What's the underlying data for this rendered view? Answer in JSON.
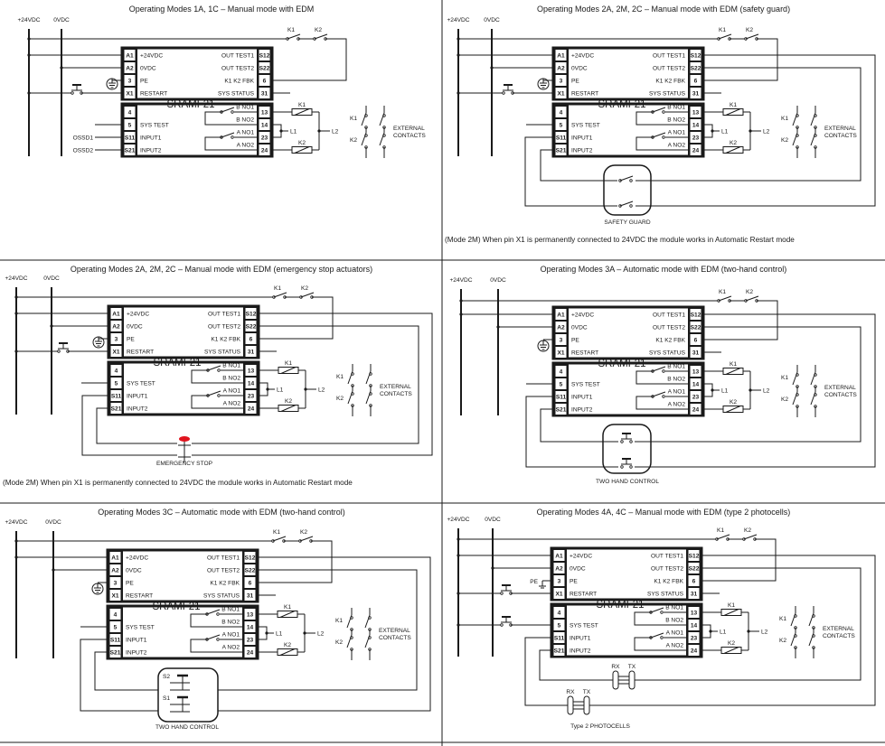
{
  "colors": {
    "line": "#1a1a1a",
    "estop": "#e0141e",
    "background": "#ffffff"
  },
  "rails": {
    "positive": "+24VDC",
    "negative": "0VDC"
  },
  "module": {
    "name": "SRAMF21",
    "upper_left": [
      {
        "pin": "A1",
        "label": "+24VDC"
      },
      {
        "pin": "A2",
        "label": "0VDC"
      },
      {
        "pin": "3",
        "label": "PE"
      },
      {
        "pin": "X1",
        "label": "RESTART"
      }
    ],
    "upper_right": [
      {
        "pin": "S12",
        "label": "OUT TEST1"
      },
      {
        "pin": "S22",
        "label": "OUT TEST2"
      },
      {
        "pin": "6",
        "label": "K1 K2 FBK"
      },
      {
        "pin": "31",
        "label": "SYS STATUS"
      }
    ],
    "lower_left": [
      {
        "pin": "4",
        "label": ""
      },
      {
        "pin": "5",
        "label": "SYS TEST"
      },
      {
        "pin": "S11",
        "label": "INPUT1"
      },
      {
        "pin": "S21",
        "label": "INPUT2"
      }
    ],
    "lower_right": [
      {
        "pin": "13",
        "label": "B NO1"
      },
      {
        "pin": "14",
        "label": "B NO2"
      },
      {
        "pin": "23",
        "label": "A NO1"
      },
      {
        "pin": "24",
        "label": "A NO2"
      }
    ]
  },
  "relays": {
    "k1": "K1",
    "k2": "K2",
    "l1": "L1",
    "l2": "L2",
    "external_1": "EXTERNAL",
    "external_2": "CONTACTS"
  },
  "panels": [
    {
      "title": "Operating Modes 1A, 1C – Manual mode with EDM",
      "inputs": [
        "OSSD1",
        "OSSD2"
      ],
      "device": {
        "type": "ossd"
      }
    },
    {
      "title": "Operating Modes 2A, 2M, 2C – Manual mode with EDM (safety guard)",
      "note": "(Mode 2M) When pin X1 is permanently connected to 24VDC the module works in Automatic Restart mode",
      "device": {
        "type": "safety-guard",
        "label": "SAFETY GUARD"
      }
    },
    {
      "title": "Operating Modes 2A, 2M, 2C – Manual mode with EDM (emergency stop actuators)",
      "note": "(Mode 2M) When pin X1 is permanently connected to 24VDC the module works in Automatic Restart mode",
      "device": {
        "type": "emergency-stop",
        "label": "EMERGENCY STOP"
      }
    },
    {
      "title": "Operating Modes 3A – Automatic mode with EDM (two-hand control)",
      "device": {
        "type": "two-hand-buttons",
        "label": "TWO HAND CONTROL"
      }
    },
    {
      "title": "Operating Modes 3C – Automatic mode with EDM (two-hand control)",
      "device": {
        "type": "two-hand-switches",
        "label": "TWO HAND CONTROL",
        "s1": "S1",
        "s2": "S2"
      }
    },
    {
      "title": "Operating Modes 4A, 4C – Manual mode with EDM (type 2 photocells)",
      "pe_label": "PE",
      "device": {
        "type": "photocells",
        "label": "Type 2 PHOTOCELLS",
        "rx": "RX",
        "tx": "TX"
      }
    }
  ]
}
